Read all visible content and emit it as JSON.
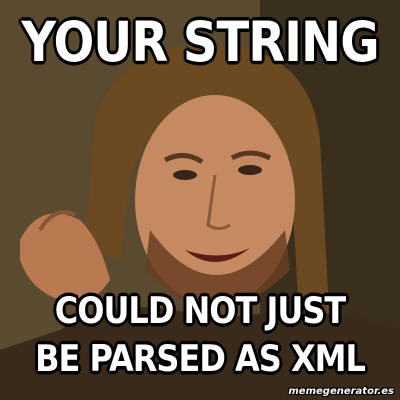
{
  "meme": {
    "top_text": "YOUR STRING",
    "bottom_line1": "COULD NOT JUST",
    "bottom_line2": "BE PARSED AS XML",
    "watermark": "memegenerator.es"
  },
  "colors": {
    "caption_fill": "#ffffff",
    "caption_stroke": "#000000"
  }
}
